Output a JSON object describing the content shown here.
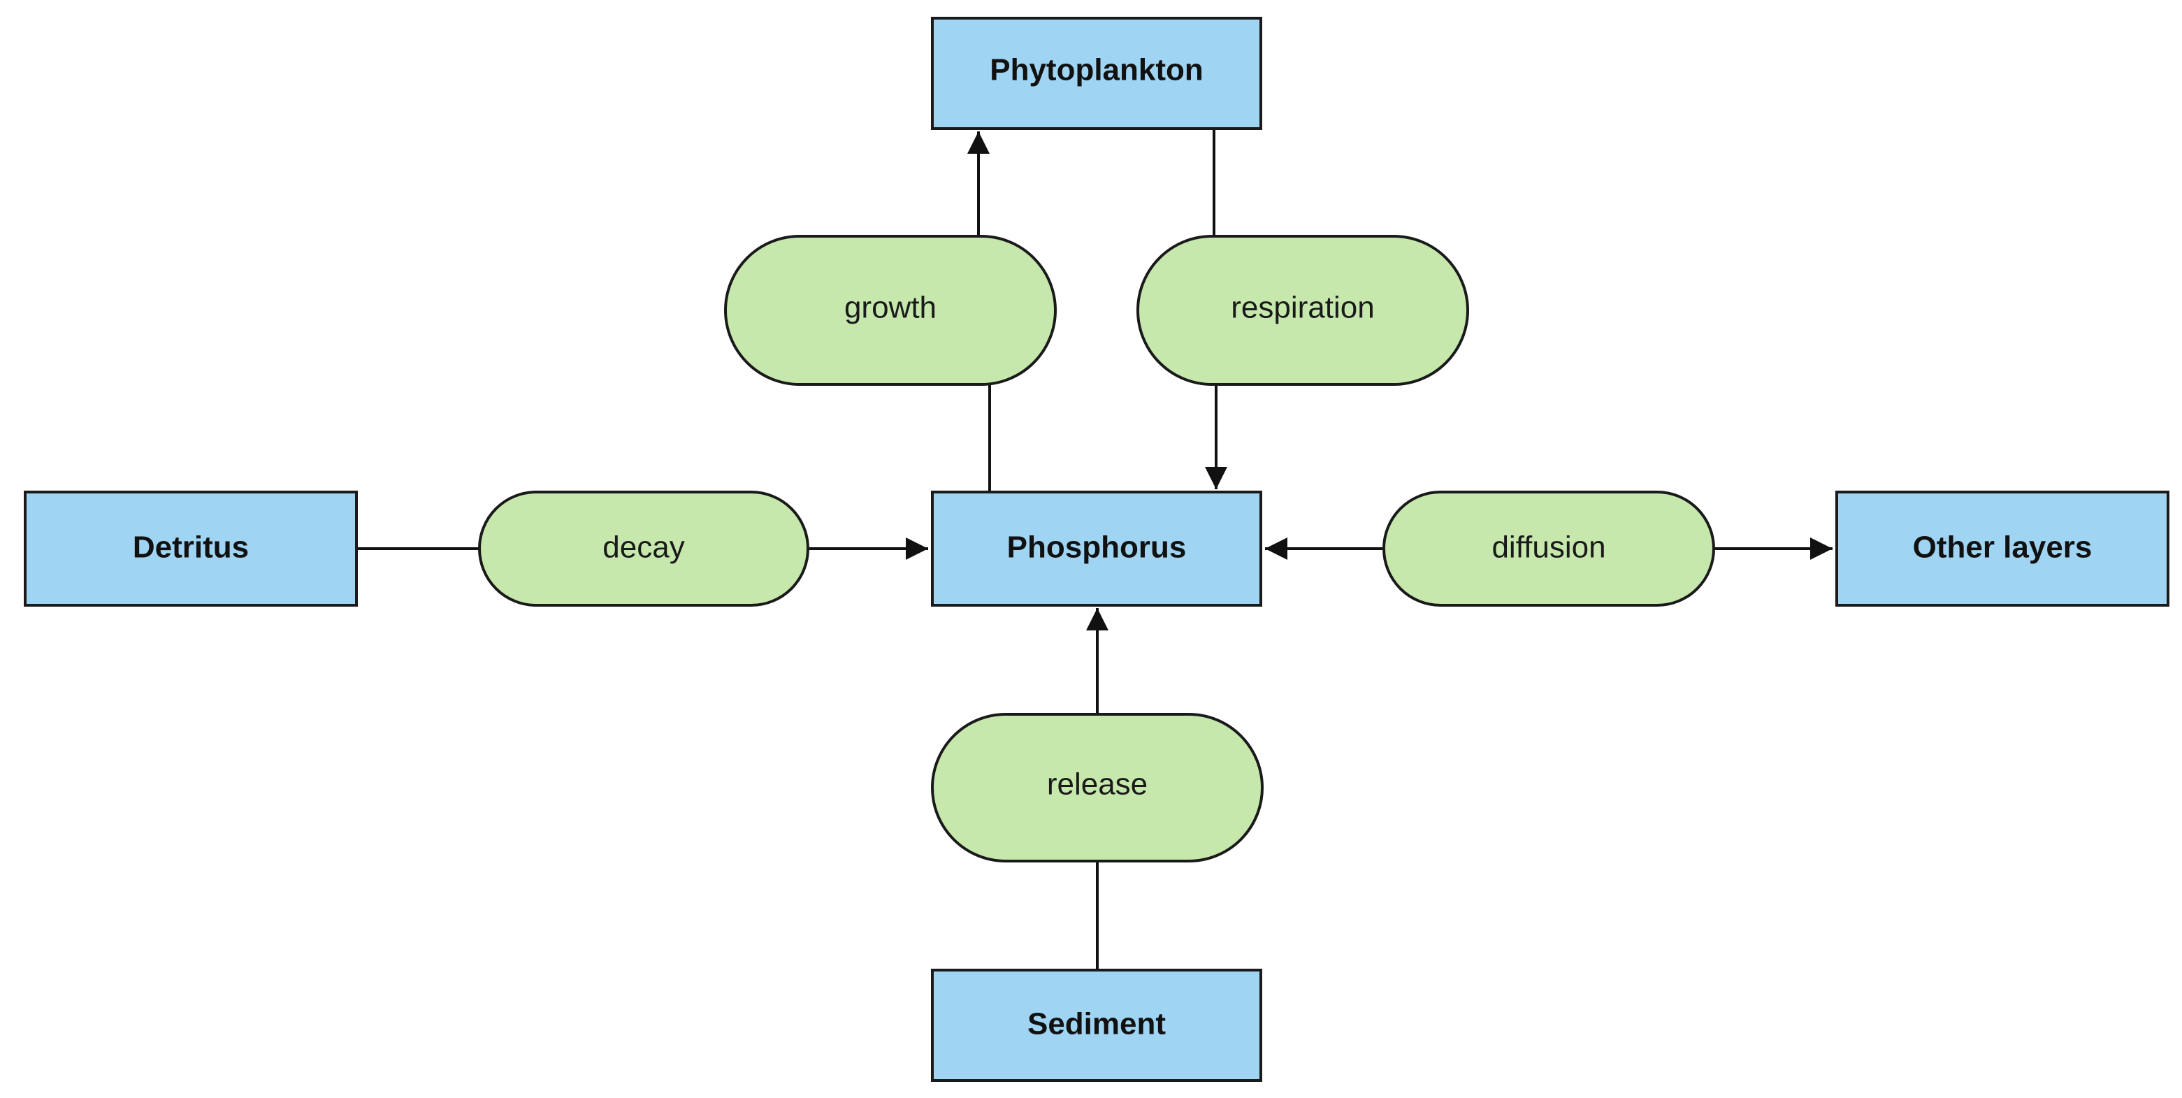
{
  "nodes": {
    "phytoplankton": "Phytoplankton",
    "phosphorus": "Phosphorus",
    "detritus": "Detritus",
    "other_layers": "Other layers",
    "sediment": "Sediment"
  },
  "processes": {
    "growth": "growth",
    "respiration": "respiration",
    "decay": "decay",
    "diffusion": "diffusion",
    "release": "release"
  },
  "colors": {
    "state_box": "#9fd4f2",
    "process": "#c6e8ad",
    "stroke": "#1a1a1a"
  },
  "flows": [
    {
      "from": "phosphorus",
      "via": "growth",
      "to": "phytoplankton"
    },
    {
      "from": "phytoplankton",
      "via": "respiration",
      "to": "phosphorus"
    },
    {
      "from": "detritus",
      "via": "decay",
      "to": "phosphorus"
    },
    {
      "from": "other_layers",
      "via": "diffusion",
      "to": "phosphorus",
      "bidirectional": true
    },
    {
      "from": "sediment",
      "via": "release",
      "to": "phosphorus"
    }
  ]
}
